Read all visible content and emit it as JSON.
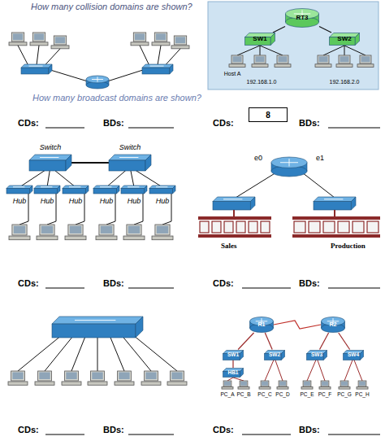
{
  "diagram": {
    "nodes": [
      {
        "text": [
          "RT3"
        ]
      },
      {
        "text": [
          "SW1"
        ]
      },
      {
        "text": [
          "SW2"
        ]
      },
      {
        "text": [
          "8"
        ]
      },
      {
        "text": [
          "R1"
        ]
      },
      {
        "text": [
          "R2"
        ]
      },
      {
        "text": [
          "SW1"
        ]
      },
      {
        "text": [
          "SW2"
        ]
      },
      {
        "text": [
          "SW3"
        ]
      },
      {
        "text": [
          "SW4"
        ]
      },
      {
        "text": [
          "HB1"
        ]
      }
    ],
    "edges": [
      {
        "from": 0,
        "to": 1,
        "arrow": "none"
      },
      {
        "from": 0,
        "to": 2,
        "arrow": "none"
      },
      {
        "from": 4,
        "to": 5,
        "arrow": "none"
      },
      {
        "from": 4,
        "to": 6,
        "arrow": "none"
      },
      {
        "from": 4,
        "to": 7,
        "arrow": "none"
      },
      {
        "from": 5,
        "to": 8,
        "arrow": "none"
      },
      {
        "from": 5,
        "to": 9,
        "arrow": "none"
      },
      {
        "from": 6,
        "to": 10,
        "arrow": "none"
      }
    ],
    "labels": [
      "How many collision domains are shown?",
      "How many broadcast domains are shown?",
      "CDs:",
      "BDs:",
      "Host A",
      "192.168.1.0",
      "192.168.2.0",
      "CDs:",
      "BDs:",
      "Switch",
      "Switch",
      "Hub",
      "Hub",
      "Hub",
      "Hub",
      "Hub",
      "Hub",
      "CDs:",
      "BDs:",
      "e0",
      "e1",
      "Sales",
      "Production",
      "CDs:",
      "BDs:",
      "CDs:",
      "BDs:",
      "PC_A",
      "PC_B",
      "PC_C",
      "PC_D",
      "PC_E",
      "PC_F",
      "PC_G",
      "PC_H",
      "CDs:",
      "BDs:"
    ]
  }
}
